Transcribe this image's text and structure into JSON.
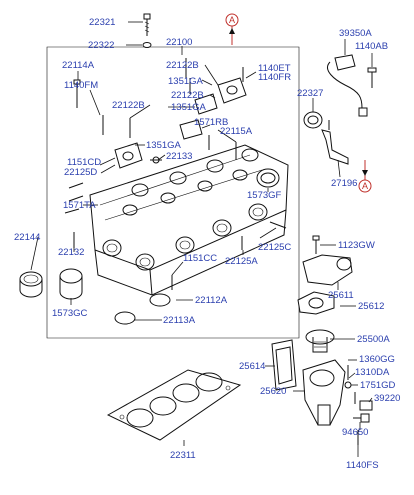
{
  "labels": {
    "p22321": "22321",
    "p22322": "22322",
    "p22100": "22100",
    "p22114A": "22114A",
    "p22122B_1": "22122B",
    "p1140ET": "1140ET",
    "p1140FR": "1140FR",
    "p1140FM": "1140FM",
    "p1351GA_1": "1351GA",
    "p22122B_2": "22122B",
    "p22122B_3": "22122B",
    "p1351GA_2": "1351GA",
    "p1571RB": "1571RB",
    "p22115A": "22115A",
    "p1351GA_3": "1351GA",
    "p1151CD": "1151CD",
    "p22125D": "22125D",
    "p22133": "22133",
    "p1571TA": "1571TA",
    "p1573GF": "1573GF",
    "p22144": "22144",
    "p22132": "22132",
    "p22125C": "22125C",
    "p1151CC": "1151CC",
    "p22125A": "22125A",
    "p22112A": "22112A",
    "p1573GC": "1573GC",
    "p22113A": "22113A",
    "p39350A": "39350A",
    "p1140AB": "1140AB",
    "p22327": "22327",
    "p27196": "27196",
    "p1123GW": "1123GW",
    "p25611": "25611",
    "p25612": "25612",
    "p25500A": "25500A",
    "p25614": "25614",
    "p1360GG": "1360GG",
    "p1310DA": "1310DA",
    "p1751GD": "1751GD",
    "p25620": "25620",
    "p39220": "39220",
    "p94650": "94650",
    "p22311": "22311",
    "p1140FS": "1140FS",
    "refA_top": "A",
    "refA_bottom": "A"
  }
}
